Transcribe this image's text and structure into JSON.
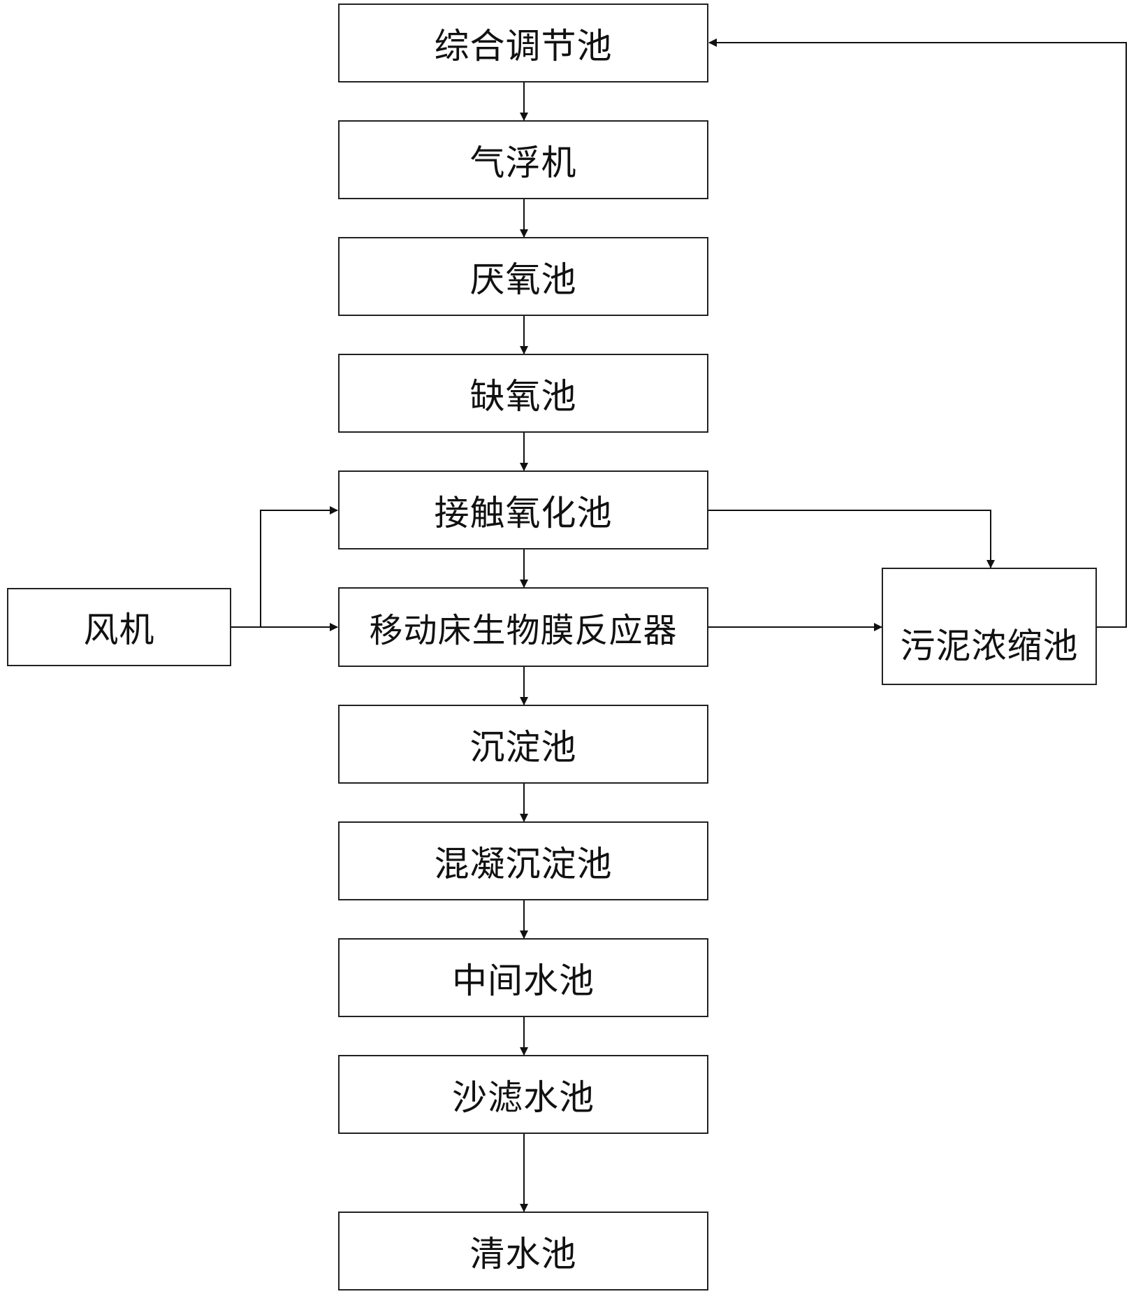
{
  "diagram": {
    "nodes": {
      "equalization_tank": "综合调节池",
      "air_flotation": "气浮机",
      "anaerobic_tank": "厌氧池",
      "anoxic_tank": "缺氧池",
      "contact_oxidation_tank": "接触氧化池",
      "mbbr": "移动床生物膜反应器",
      "sedimentation_tank": "沉淀池",
      "coagulation_sedimentation_tank": "混凝沉淀池",
      "intermediate_tank": "中间水池",
      "sand_filter_tank": "沙滤水池",
      "clear_water_tank": "清水池",
      "blower": "风机",
      "sludge_thickener": "污泥浓缩池"
    },
    "edges": [
      {
        "from": "equalization_tank",
        "to": "air_flotation"
      },
      {
        "from": "air_flotation",
        "to": "anaerobic_tank"
      },
      {
        "from": "anaerobic_tank",
        "to": "anoxic_tank"
      },
      {
        "from": "anoxic_tank",
        "to": "contact_oxidation_tank"
      },
      {
        "from": "contact_oxidation_tank",
        "to": "mbbr"
      },
      {
        "from": "mbbr",
        "to": "sedimentation_tank"
      },
      {
        "from": "sedimentation_tank",
        "to": "coagulation_sedimentation_tank"
      },
      {
        "from": "coagulation_sedimentation_tank",
        "to": "intermediate_tank"
      },
      {
        "from": "intermediate_tank",
        "to": "sand_filter_tank"
      },
      {
        "from": "sand_filter_tank",
        "to": "clear_water_tank"
      },
      {
        "from": "blower",
        "to": "contact_oxidation_tank"
      },
      {
        "from": "blower",
        "to": "mbbr"
      },
      {
        "from": "contact_oxidation_tank",
        "to": "sludge_thickener"
      },
      {
        "from": "mbbr",
        "to": "sludge_thickener"
      },
      {
        "from": "sludge_thickener",
        "to": "equalization_tank"
      }
    ]
  }
}
